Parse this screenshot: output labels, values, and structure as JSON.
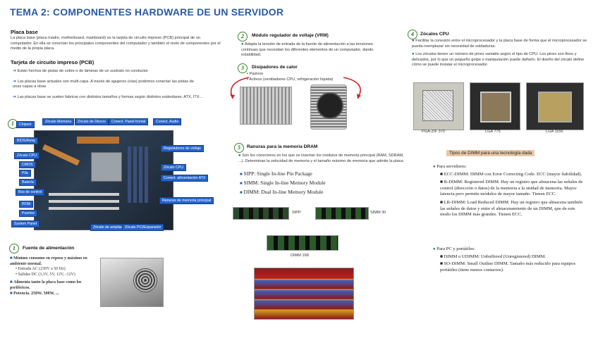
{
  "title": "TEMA 2: COMPONENTES HARDWARE DE UN SERVIDOR",
  "placa": {
    "heading": "Placa base",
    "text": "La placa base (placa madre, motherboard, mainboard) es la tarjeta de circuito impreso (PCB) principal de un computador. En ella se conectan los principales componentes del computador y también el resto de componentes por el medio de la propia placa."
  },
  "pcb": {
    "heading": "Tarjeta de circuito impreso (PCB)",
    "items": [
      "Están hechos de pistas de cobre o de láminas de un sustrato no conductor",
      "Las placas base actuales son multi-capa. A través de agujeros (vías) podemos conectar las pistas de unas capas a otras",
      "Las placas base se suelen fabricar con distintos tamaños y formas según distintos estándares: ATX, ITX..."
    ]
  },
  "board_labels": {
    "left": [
      "Chipset",
      "BIOS/Reloj",
      "Zócalo CPU",
      "CMOS",
      "Pila",
      "Batería",
      "Bus de control",
      "ROM",
      "Puertos",
      "System Panel"
    ],
    "top": [
      "Zócalo Memoria",
      "Zócalo de Discos",
      "Conect. Panel frontal",
      "Conect. Audio"
    ],
    "right": [
      "Reguladores de voltaje",
      "Zócalo CPU",
      "Conect. alimentación ATX",
      "Ranuras de memoria principal"
    ],
    "bottom": [
      "Zócalo de ampliación",
      "Zócalo PCI/Expansión"
    ]
  },
  "fuente": {
    "num": "1",
    "heading": "Fuente de alimentación",
    "items": [
      "Mínimo consumo en reposo y máximo en ambiente normal.",
      "Entrada AC (230V a 50 Hz)",
      "Salidas DC (3,3V, 5V, 12V, -12V)",
      "Alimenta tanto la placa base como los periféricos.",
      "Potencia. 250W, 500W, ..."
    ]
  },
  "vrm": {
    "num": "2",
    "heading": "Módulo regulador de voltaje (VRM)",
    "text": "Adapta la tensión de entrada de la fuente de alimentación a las tensiones continuas que necesitan los diferentes elementos de un computador, dando estabilidad."
  },
  "disipadores": {
    "num": "3",
    "heading": "Disipadores de calor",
    "items": [
      "Pasivos",
      "Activos (ventiladores CPU, refrigeración líquida)"
    ]
  },
  "zocalos": {
    "num": "4",
    "heading": "Zócalos CPU",
    "items": [
      "Facilitar la conexión entre el microprocesador y la placa base de forma que el microprocesador se pueda reemplazar sin necesidad de soldaduras.",
      "Los zócalos tienen un número de pines variable según el tipo de CPU. Los pines son finos y delicados, por lo que un pequeño golpe o manipulación puede dañarlo. El diseño del zócalo define cómo se puede instalar el microprocesador."
    ],
    "captions": [
      "PGA-ZIF 370",
      "LGA 775",
      "LGA 1156"
    ]
  },
  "dram": {
    "num": "5",
    "heading": "Ranuras para la memoria DRAM",
    "text": "Son los conectores en los que se insertan los módulos de memoria principal (RAM, SDRAM, ...). Determinan la velocidad de memoria y el tamaño máximo de memoria que admite la placa.",
    "items": [
      "SIPP: Single In-line Pin Package",
      "SIMM: Single In-line Memory Module",
      "DIMM: Dual In-line Memory Module"
    ],
    "captions": [
      "SIPP",
      "SIMM 30",
      "DIMM 168"
    ]
  },
  "dimm": {
    "heading": "Tipos de DIMM para una tecnología dada",
    "servidores_label": "Para servidores:",
    "servidores": [
      "ECC-DIMM: DIMM con Error Correcting Code. ECC (mayor fiabilidad).",
      "R-DIMM: Registered DIMM. Hay un registro que almacena las señales de control (dirección o datos) de la memoria a la unidad de memoria. Mayor latencia pero permite módulos de mayor tamaño. Tienen ECC.",
      "LR-DIMM: Load Reduced DIMM. Hay un registro que almacena también las señales de datos y entre el almacenamiento de un DIMM, que de este modo los DIMM más grandes. Tienen ECC."
    ],
    "pc_label": "Para PC y portátiles:",
    "pc": [
      "DIMM o UDIMM: Unbuffered (Unregistered) DIMM.",
      "SO-DIMM: Small Outline DIMM. Tamaño más reducido para equipos portátiles (tiene menos contactos)."
    ]
  }
}
